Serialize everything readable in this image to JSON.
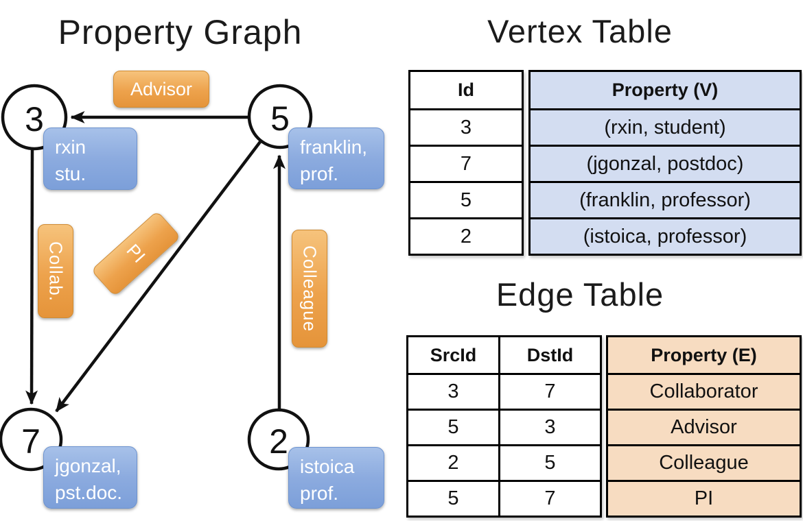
{
  "graph": {
    "title": "Property Graph",
    "nodes": [
      {
        "id": "3"
      },
      {
        "id": "5"
      },
      {
        "id": "7"
      },
      {
        "id": "2"
      }
    ],
    "vertex_boxes": [
      {
        "text": "rxin\nstu."
      },
      {
        "text": "franklin,\nprof."
      },
      {
        "text": "jgonzal,\npst.doc."
      },
      {
        "text": "istoica\nprof."
      }
    ],
    "edge_boxes": [
      {
        "label": "Advisor"
      },
      {
        "label": "Collab."
      },
      {
        "label": "PI"
      },
      {
        "label": "Colleague"
      }
    ]
  },
  "vertex_table": {
    "title": "Vertex Table",
    "col_id": "Id",
    "col_property": "Property (V)",
    "rows": [
      {
        "id": "3",
        "property": "(rxin, student)"
      },
      {
        "id": "7",
        "property": "(jgonzal, postdoc)"
      },
      {
        "id": "5",
        "property": "(franklin, professor)"
      },
      {
        "id": "2",
        "property": "(istoica, professor)"
      }
    ]
  },
  "edge_table": {
    "title": "Edge Table",
    "col_src": "SrcId",
    "col_dst": "DstId",
    "col_property": "Property (E)",
    "rows": [
      {
        "src": "3",
        "dst": "7",
        "property": "Collaborator"
      },
      {
        "src": "5",
        "dst": "3",
        "property": "Advisor"
      },
      {
        "src": "2",
        "dst": "5",
        "property": "Colleague"
      },
      {
        "src": "5",
        "dst": "7",
        "property": "PI"
      }
    ]
  },
  "colors": {
    "orange_box": "#eda24c",
    "blue_box": "#8cabdf",
    "vertex_cell_bg": "#d3ddf1",
    "edge_cell_bg": "#f7dcc1",
    "line": "#111111"
  }
}
